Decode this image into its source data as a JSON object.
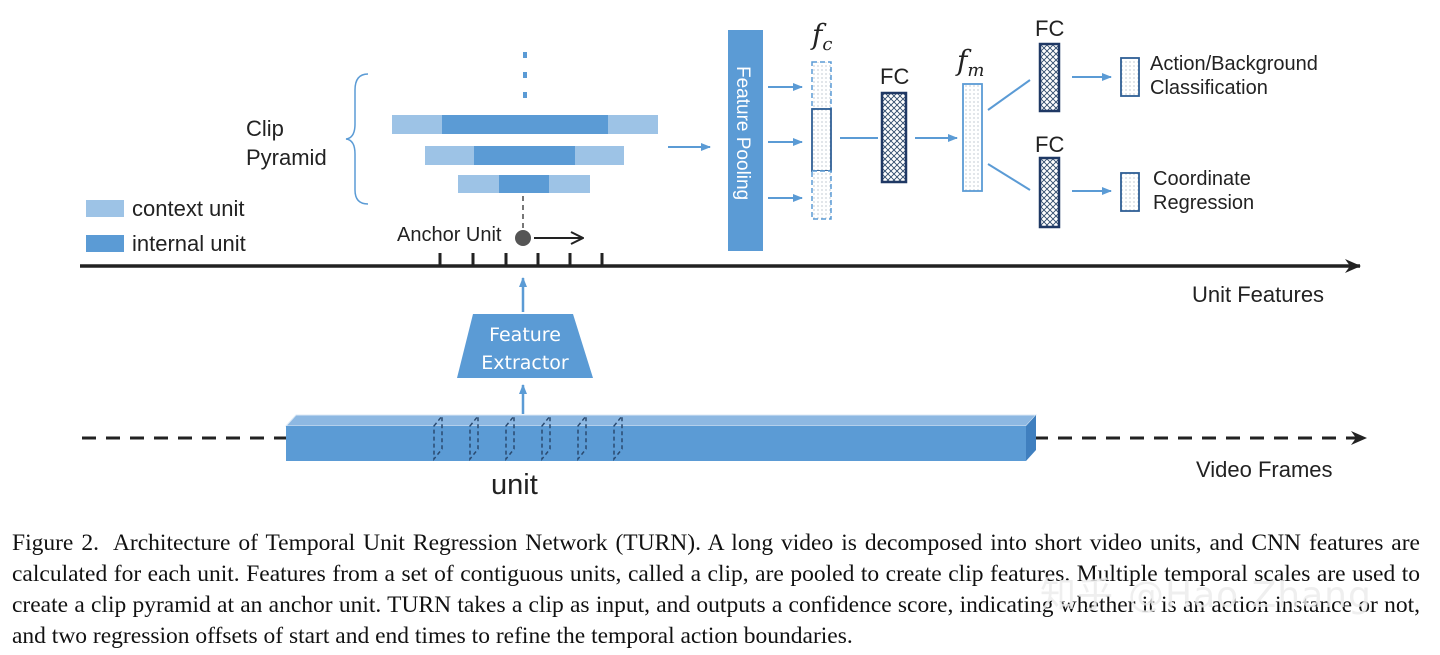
{
  "labels": {
    "clip_pyramid_line1": "Clip",
    "clip_pyramid_line2": "Pyramid",
    "legend_context": "context unit",
    "legend_internal": "internal unit",
    "anchor_unit": "Anchor Unit",
    "feature_pooling": "Feature Pooling",
    "fc_main": "FC",
    "fc_top": "FC",
    "fc_bottom": "FC",
    "fc_var": "f",
    "fc_sub": "c",
    "fm_var": "f",
    "fm_sub": "m",
    "action_line1": "Action/Background",
    "action_line2": "Classification",
    "coord_line1": "Coordinate",
    "coord_line2": "Regression",
    "unit_features": "Unit Features",
    "feature_extractor_line1": "Feature",
    "feature_extractor_line2": "Extractor",
    "unit": "unit",
    "video_frames": "Video Frames"
  },
  "caption": {
    "label": "Figure 2.",
    "text": "Architecture of Temporal Unit Regression Network (TURN). A long video is decomposed into short video units, and CNN features are calculated for each unit. Features from a set of contiguous units, called a clip, are pooled to create clip features. Multiple temporal scales are used to create a clip pyramid at an anchor unit. TURN takes a clip as input, and outputs a confidence score, indicating whether it is an action instance or not, and two regression offsets of start and end times to refine the temporal action boundaries."
  },
  "watermark": {
    "brand": "知乎",
    "handle": "@Hao Zhang"
  },
  "colors": {
    "context_unit": "#9dc3e6",
    "internal_unit": "#5b9bd5",
    "pooling_box": "#5b9bd5",
    "arrow": "#5b9bd5",
    "fc_border": "#1f3864"
  }
}
